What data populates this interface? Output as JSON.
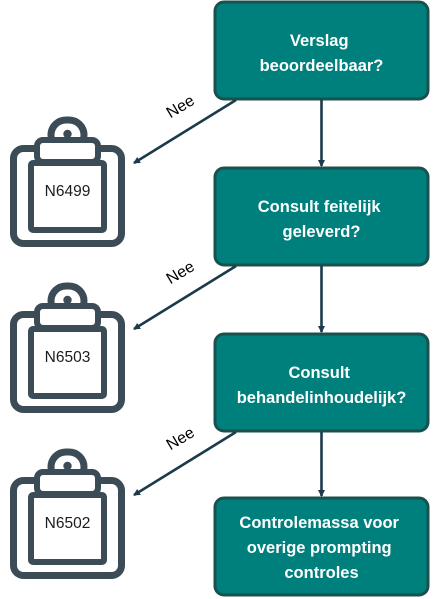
{
  "colors": {
    "box_fill": "#00807d",
    "box_stroke": "#19514f",
    "arrow": "#1d3a4c",
    "clipboard": "#3b4c56"
  },
  "boxes": [
    {
      "lines": [
        "Verslag",
        "beoordeelbaar?"
      ]
    },
    {
      "lines": [
        "Consult feitelijk",
        "geleverd?"
      ]
    },
    {
      "lines": [
        "Consult",
        "behandelinhoudelijk?"
      ]
    },
    {
      "lines": [
        "Controlemassa voor",
        "overige prompting",
        "controles"
      ]
    }
  ],
  "no_branches": [
    {
      "label": "Nee",
      "code": "N6499",
      "icon": "clipboard-icon"
    },
    {
      "label": "Nee",
      "code": "N6503",
      "icon": "clipboard-icon"
    },
    {
      "label": "Nee",
      "code": "N6502",
      "icon": "clipboard-icon"
    }
  ]
}
